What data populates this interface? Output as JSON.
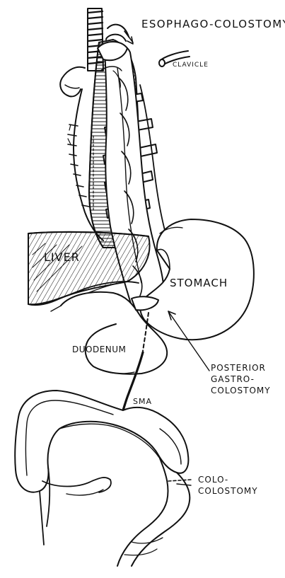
{
  "diagram": {
    "labels": {
      "esophago_colostomy": "ESOPHAGO-COLOSTOMY",
      "clavicle": "CLAVICLE",
      "liver": "LIVER",
      "stomach": "STOMACH",
      "duodenum": "DUODENUM",
      "posterior_gastro_colostomy": [
        "POSTERIOR",
        "GASTRO-",
        "COLOSTOMY"
      ],
      "sma": "SMA",
      "colo_colostomy": [
        "COLO-",
        "COLOSTOMY"
      ]
    },
    "colors": {
      "ink": "#111111",
      "paper": "#ffffff"
    }
  }
}
